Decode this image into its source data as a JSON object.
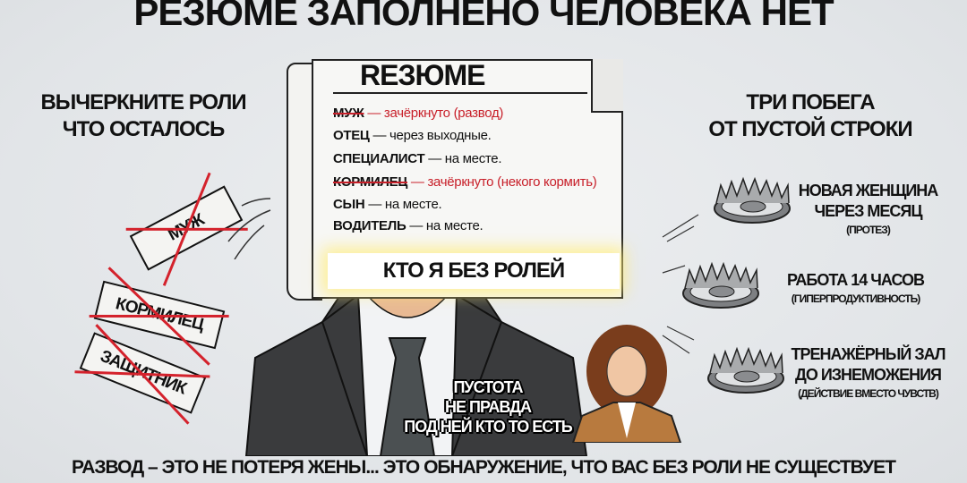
{
  "title": "РЕЗЮМЕ ЗАПОЛНЕНО ЧЕЛОВЕКА НЕТ",
  "left_heading": [
    "ВЫЧЕРКНИТЕ РОЛИ",
    "ЧТО ОСТАЛОСЬ"
  ],
  "right_heading": [
    "ТРИ ПОБЕГА",
    "ОТ ПУСТОЙ СТРОКИ"
  ],
  "resume": {
    "title": "RЕЗЮМЕ",
    "lines": [
      {
        "role": "МУЖ",
        "note": "— зачёркнуто (развод)",
        "struck": true
      },
      {
        "role": "ОТЕЦ",
        "note": "— через выходные.",
        "struck": false
      },
      {
        "role": "СПЕЦИАЛИСТ",
        "note": "— на месте.",
        "struck": false
      },
      {
        "role": "КОРМИЛЕЦ",
        "note": "— зачёркнуто (некого кормить)",
        "struck": true
      },
      {
        "role": "СЫН",
        "note": "— на месте.",
        "struck": false
      },
      {
        "role": "ВОДИТЕЛЬ",
        "note": "— на месте.",
        "struck": false
      }
    ],
    "highlight": "КТО Я БЕЗ РОЛЕЙ"
  },
  "stamps": [
    "МУЖ",
    "КОРМИЛЕЦ",
    "ЗАЩИТНИК"
  ],
  "escapes": [
    {
      "title": [
        "НОВАЯ ЖЕНЩИНА",
        "ЧЕРЕЗ МЕСЯЦ"
      ],
      "note": "(ПРОТЕЗ)",
      "icon": "bear-trap-icon"
    },
    {
      "title": [
        "РАБОТА 14 ЧАСОВ"
      ],
      "note": "(ГИПЕРПРОДУКТИВНОСТЬ)",
      "icon": "bear-trap-icon"
    },
    {
      "title": [
        "ТРЕНАЖЁРНЫЙ ЗАЛ",
        "ДО ИЗНЕМОЖЕНИЯ"
      ],
      "note": "(ДЕЙСТВИЕ ВМЕСТО ЧУВСТВ)",
      "icon": "bear-trap-icon"
    }
  ],
  "caption": [
    "ПУСТОТА",
    "НЕ ПРАВДА",
    "ПОД НЕЙ КТО ТО ЕСТЬ"
  ],
  "bottom": "РАЗВОД – ЭТО НЕ ПОТЕРЯ ЖЕНЫ... ЭТО ОБНАРУЖЕНИЕ, ЧТО ВАС БЕЗ РОЛИ НЕ СУЩЕСТВУЕТ",
  "colors": {
    "strike": "#c8202a",
    "suit": "#3a3b3d",
    "jacket_woman": "#b87a3e",
    "highlight_glow": "#ffec78"
  }
}
